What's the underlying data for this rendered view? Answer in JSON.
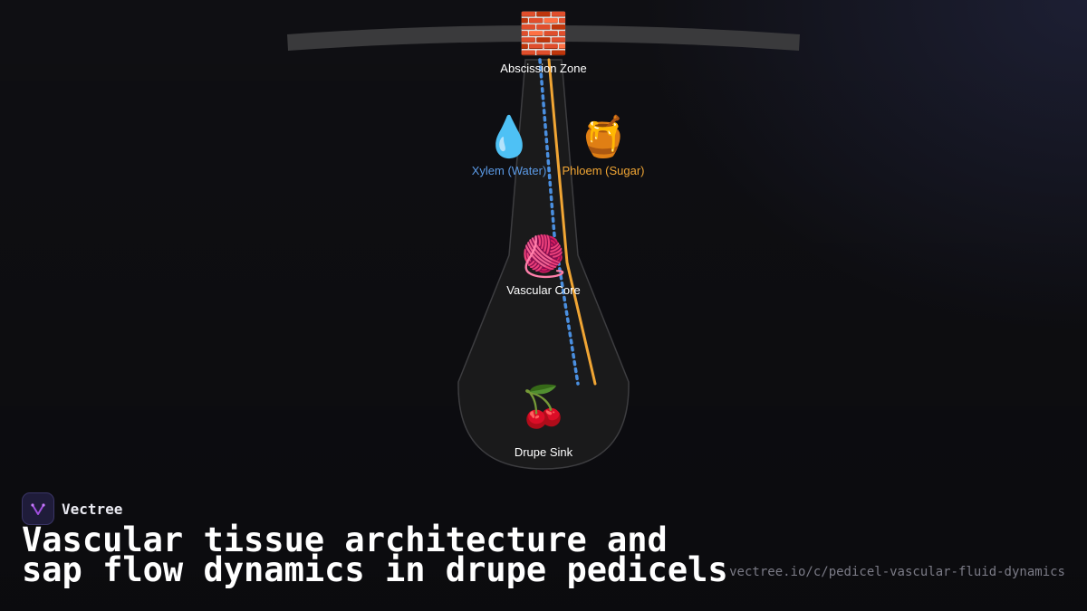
{
  "diagram": {
    "labels": {
      "abscission": "Abscission Zone",
      "xylem": "Xylem (Water)",
      "phloem": "Phloem (Sugar)",
      "core": "Vascular Core",
      "sink": "Drupe Sink"
    },
    "icons": {
      "abscission": "brick-icon",
      "xylem": "water-drop-icon",
      "phloem": "honey-pot-icon",
      "core": "yarn-ball-icon",
      "sink": "cherry-icon"
    },
    "colors": {
      "xylem": "#4a8fe0",
      "phloem": "#f0a534",
      "label_xylem": "#5b9ae6",
      "label_phloem": "#f0a534",
      "branch": "#3a3a3c",
      "pedicel_fill": "#1a1a1b",
      "pedicel_stroke": "#3d3d40"
    }
  },
  "brand": {
    "name": "Vectree",
    "logo": "vectree-logo-icon"
  },
  "footer": {
    "title": "Vascular tissue architecture and sap flow dynamics in drupe pedicels",
    "url": "vectree.io/c/pedicel-vascular-fluid-dynamics"
  }
}
